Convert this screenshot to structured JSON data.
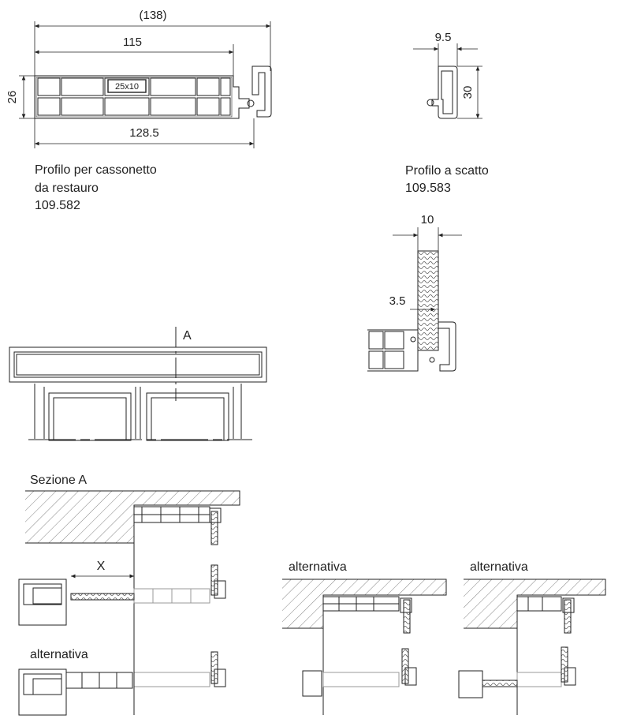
{
  "profile_582": {
    "dim_overall": "(138)",
    "dim_inner": "115",
    "dim_height": "26",
    "dim_bottom": "128.5",
    "tube_label": "25x10",
    "caption_line1": "Profilo per cassonetto",
    "caption_line2": "da restauro",
    "code": "109.582"
  },
  "profile_583": {
    "dim_width": "9.5",
    "dim_height": "30",
    "caption_line1": "Profilo a scatto",
    "code": "109.583"
  },
  "panel_detail": {
    "dim_thickness": "10",
    "dim_step": "3.5"
  },
  "elevation": {
    "section_marker": "A"
  },
  "sections": {
    "title": "Sezione A",
    "gap_label": "X",
    "alt_label_1": "alternativa",
    "alt_label_2": "alternativa",
    "alt_label_3": "alternativa"
  }
}
